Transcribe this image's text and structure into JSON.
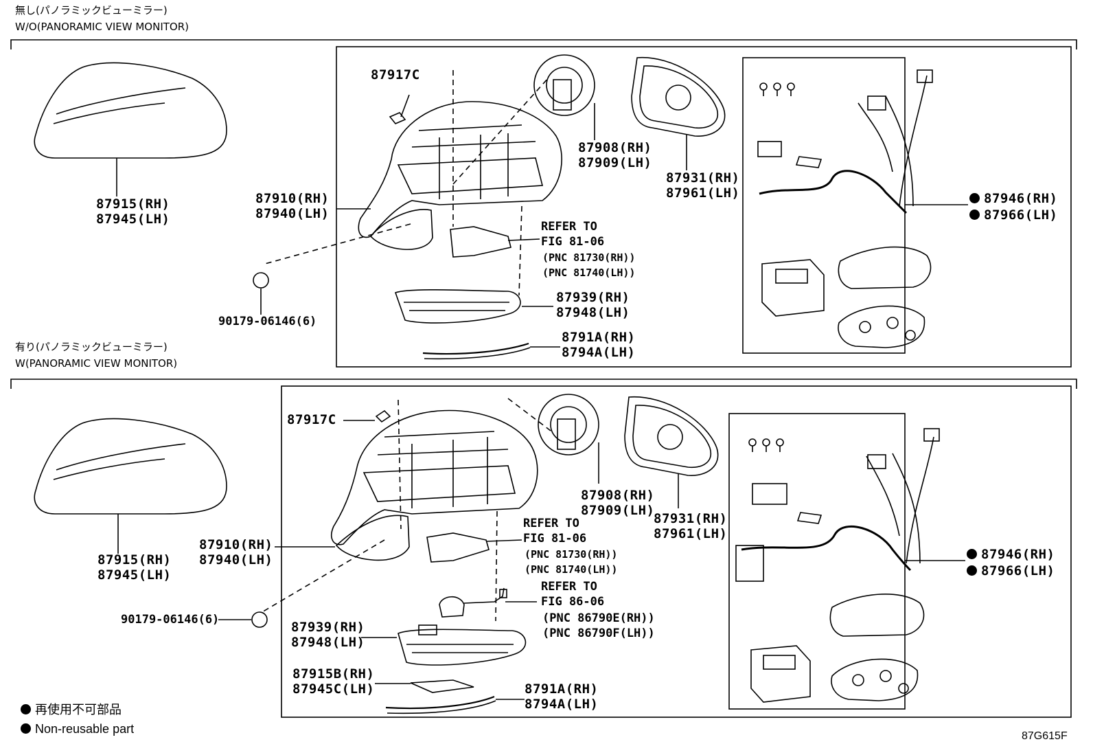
{
  "top": {
    "heading_jp": "無し(パノラミックビューミラー)",
    "heading_en": "W/O(PANORAMIC VIEW MONITOR)",
    "cover_rh": "87915(RH)",
    "cover_lh": "87945(LH)",
    "screw": "87917C",
    "mirror_rh": "87910(RH)",
    "mirror_lh": "87940(LH)",
    "motor_rh": "87908(RH)",
    "motor_lh": "87909(LH)",
    "outer_rh": "87931(RH)",
    "outer_lh": "87961(LH)",
    "refer1": "REFER TO",
    "fig1": "FIG 81-06",
    "pnc1": "(PNC 81730(RH))",
    "pnc2": "(PNC 81740(LH))",
    "lamp_rh": "87939(RH)",
    "lamp_lh": "87948(LH)",
    "garnish_rh": "8791A(RH)",
    "garnish_lh": "8794A(LH)",
    "clip": "90179-06146(6)",
    "kit_rh": "87946(RH)",
    "kit_lh": "87966(LH)"
  },
  "bottom": {
    "heading_jp": "有り(パノラミックビューミラー)",
    "heading_en": "W(PANORAMIC VIEW MONITOR)",
    "cover_rh": "87915(RH)",
    "cover_lh": "87945(LH)",
    "screw": "87917C",
    "mirror_rh": "87910(RH)",
    "mirror_lh": "87940(LH)",
    "motor_rh": "87908(RH)",
    "motor_lh": "87909(LH)",
    "outer_rh": "87931(RH)",
    "outer_lh": "87961(LH)",
    "refer1": "REFER TO",
    "fig1": "FIG 81-06",
    "pnc1": "(PNC 81730(RH))",
    "pnc2": "(PNC 81740(LH))",
    "refer2": "REFER TO",
    "fig2": "FIG 86-06",
    "pnc3": "(PNC 86790E(RH))",
    "pnc4": "(PNC 86790F(LH))",
    "clip": "90179-06146(6)",
    "lamp_rh": "87939(RH)",
    "lamp_lh": "87948(LH)",
    "cover2_rh": "87915B(RH)",
    "cover2_lh": "87945C(LH)",
    "garnish_rh": "8791A(RH)",
    "garnish_lh": "8794A(LH)",
    "kit_rh": "87946(RH)",
    "kit_lh": "87966(LH)"
  },
  "legend": {
    "jp": "再使用不可部品",
    "en": "Non-reusable part"
  },
  "code": "87G615F"
}
